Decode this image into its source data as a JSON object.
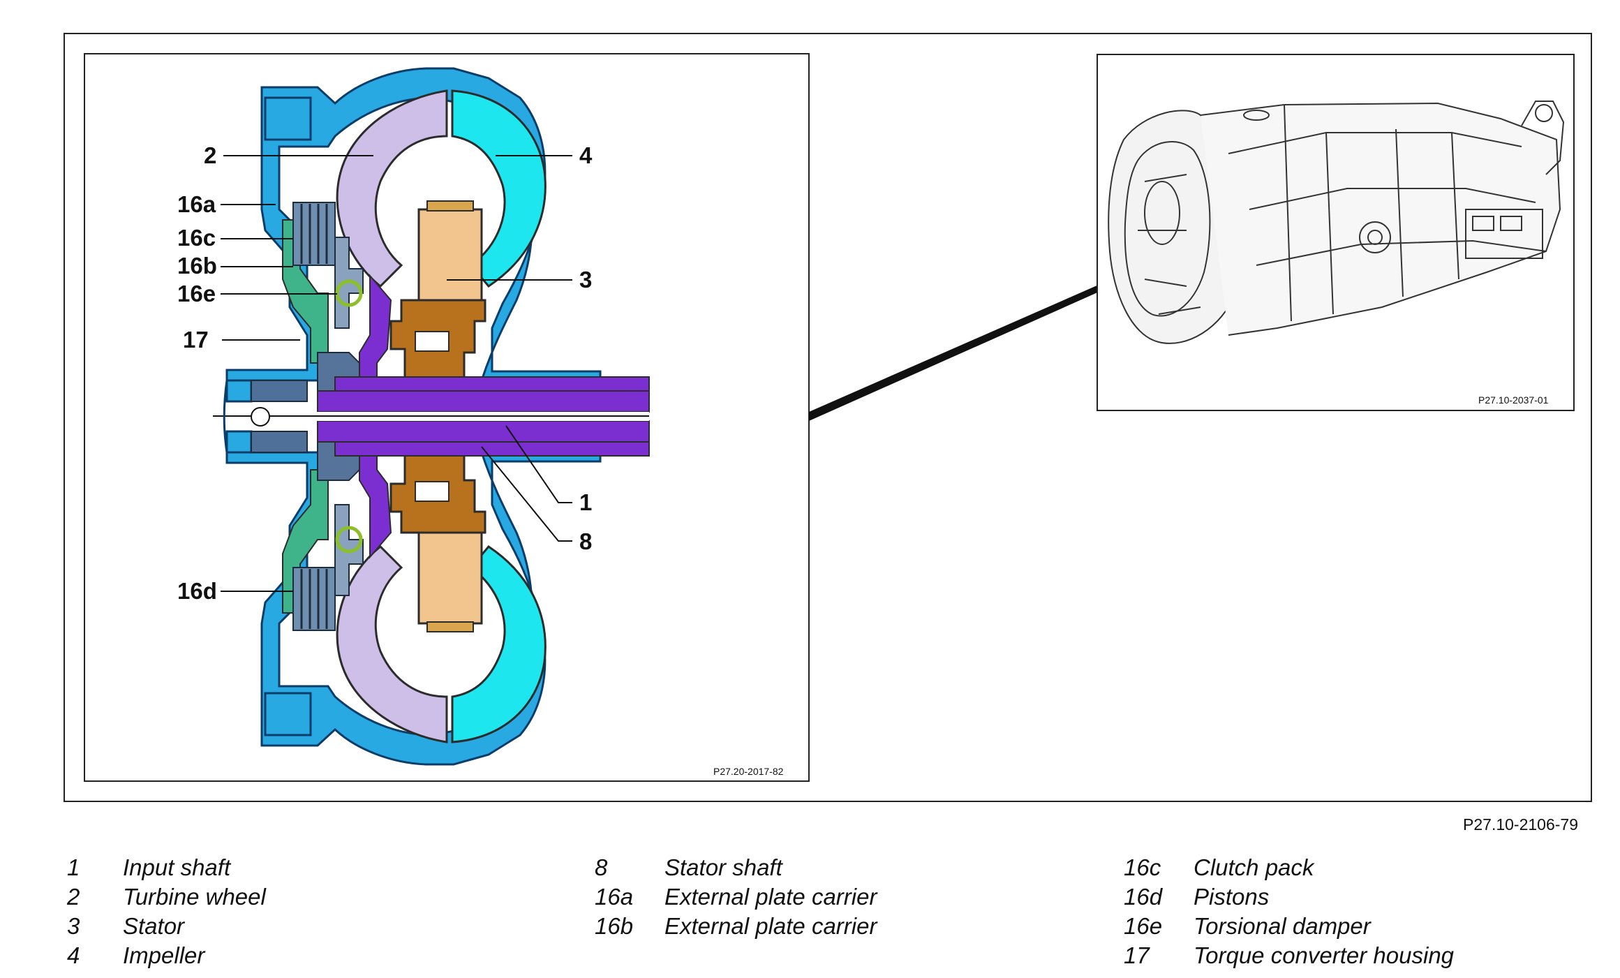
{
  "callouts": {
    "c2": "2",
    "c4": "4",
    "c16a": "16a",
    "c16c": "16c",
    "c16b": "16b",
    "c16e": "16e",
    "c3": "3",
    "c17": "17",
    "c1": "1",
    "c8": "8",
    "c16d": "16d"
  },
  "inset_refs": {
    "section_ref": "P27.20-2017-82",
    "gearbox_ref": "P27.10-2037-01"
  },
  "figure_ref": "P27.10-2106-79",
  "legend": {
    "col1": [
      {
        "num": "1",
        "text": "Input shaft"
      },
      {
        "num": "2",
        "text": "Turbine wheel"
      },
      {
        "num": "3",
        "text": "Stator"
      },
      {
        "num": "4",
        "text": "Impeller"
      }
    ],
    "col2": [
      {
        "num": "8",
        "text": "Stator shaft"
      },
      {
        "num": "16a",
        "text": "External plate carrier"
      },
      {
        "num": "16b",
        "text": "External plate carrier"
      }
    ],
    "col3": [
      {
        "num": "16c",
        "text": "Clutch pack"
      },
      {
        "num": "16d",
        "text": "Pistons"
      },
      {
        "num": "16e",
        "text": "Torsional damper"
      },
      {
        "num": "17",
        "text": "Torque converter housing"
      }
    ]
  },
  "colors": {
    "housing": "#29a9e1",
    "turbine": "#cdbfe8",
    "impeller": "#1ee6ee",
    "stator_body": "#f2c58e",
    "stator_hub": "#b8711d",
    "shaft": "#7b2fd1",
    "piston": "#3fb38a",
    "clutch": "#6e8fb0",
    "damper_ring": "#8cbf2a"
  }
}
